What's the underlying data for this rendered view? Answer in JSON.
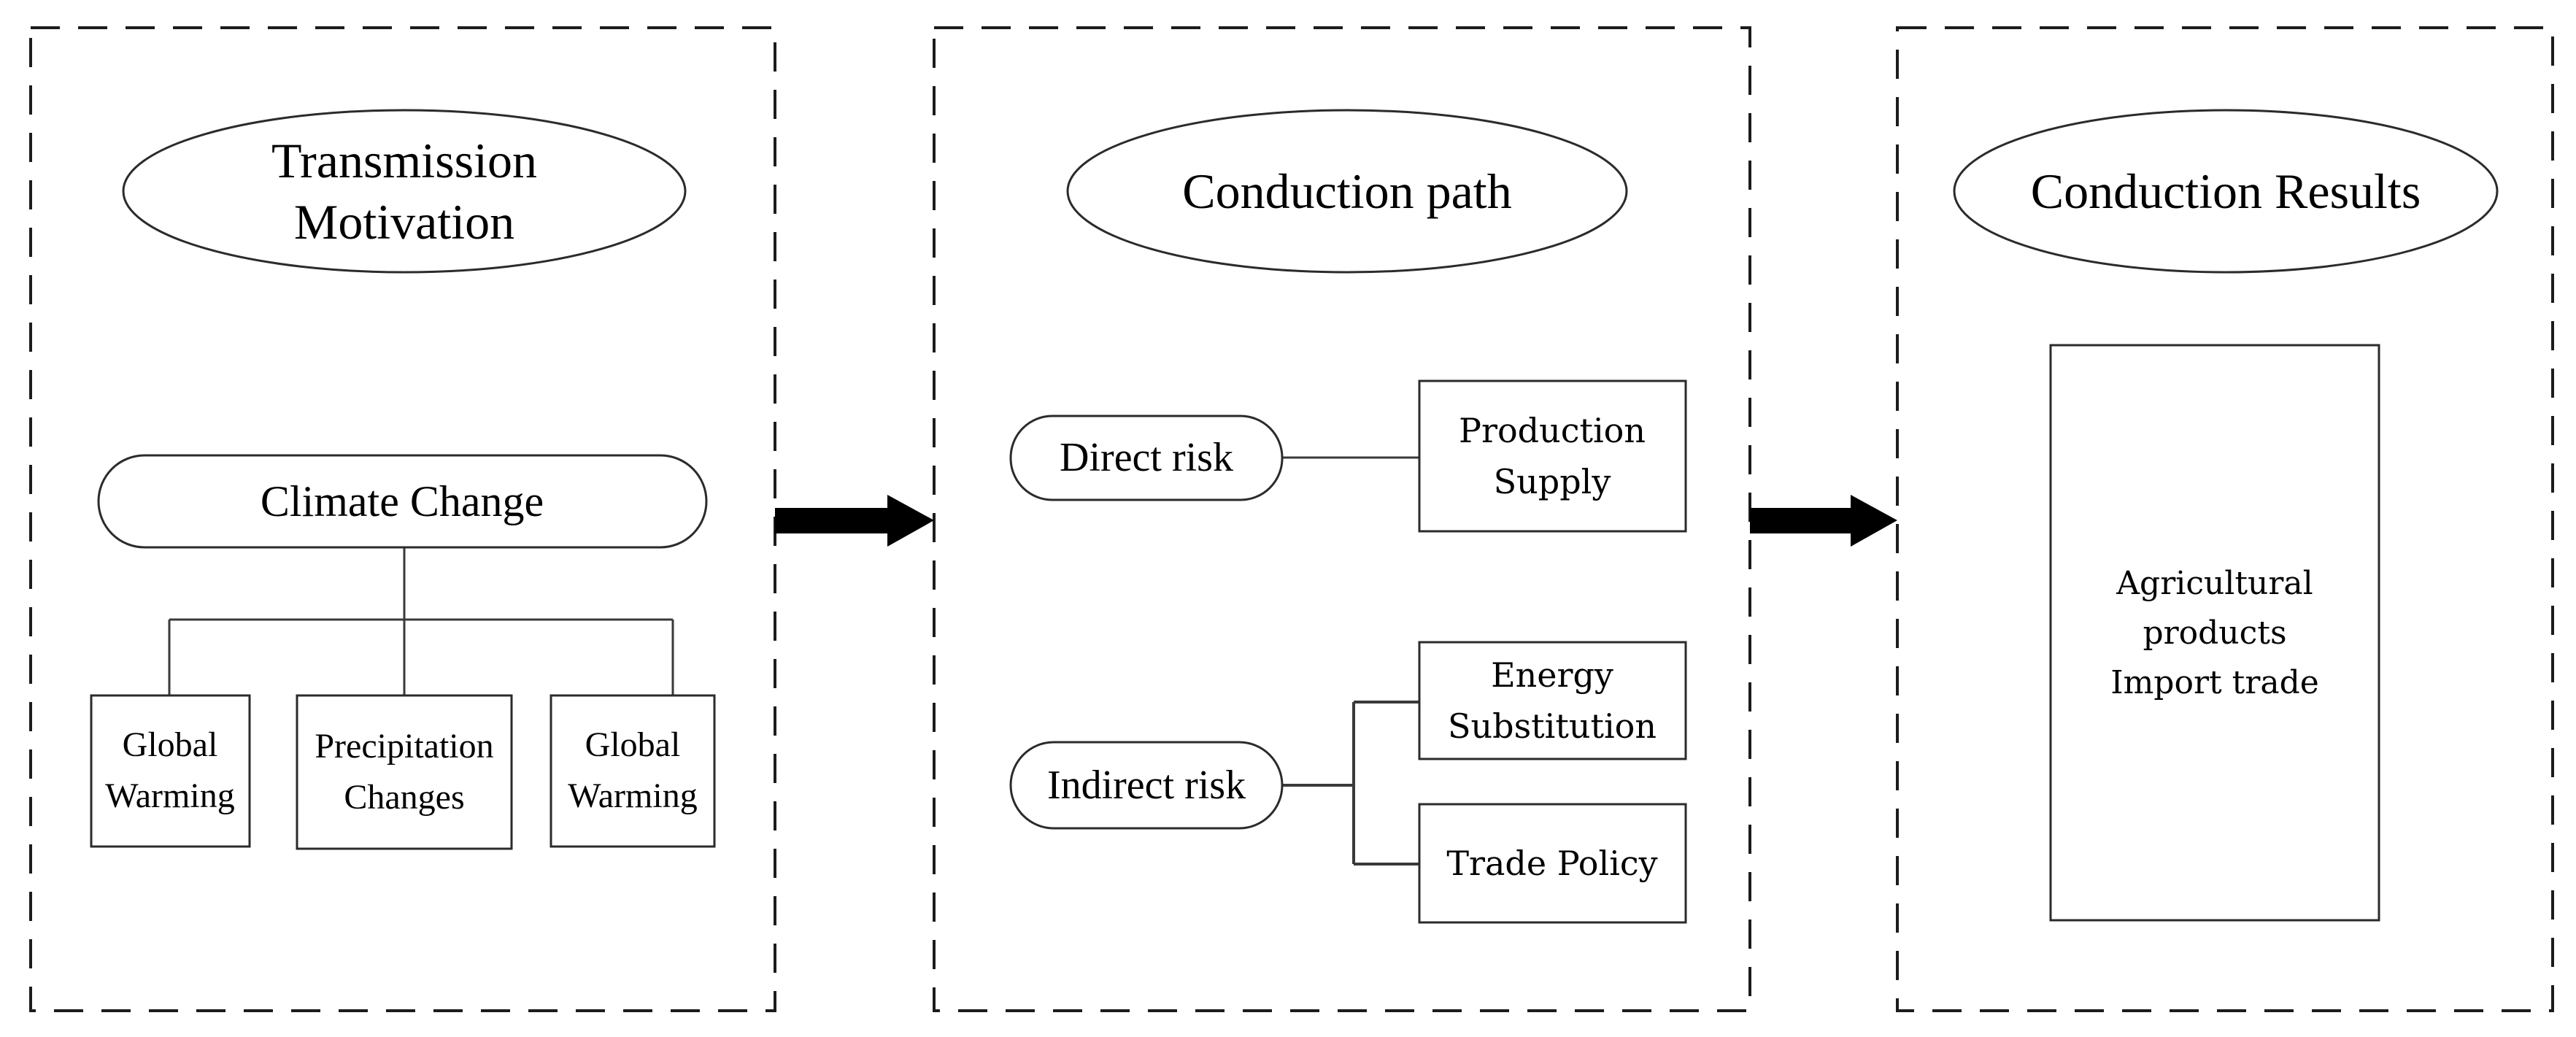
{
  "colors": {
    "background": "#ffffff",
    "shape_stroke": "#2b2b2b",
    "dashed_border": "#1c1c1c",
    "connector": "#3a3a3a",
    "arrow_fill": "#000000",
    "text": "#000000"
  },
  "panels": [
    {
      "name": "Transmission Motivation",
      "header": {
        "line1": "Transmission",
        "line2": "Motivation"
      },
      "nodes": {
        "climate_change": {
          "label": "Climate Change"
        },
        "global_warming_1": {
          "line1": "Global",
          "line2": "Warming"
        },
        "precipitation_changes": {
          "line1": "Precipitation",
          "line2": "Changes"
        },
        "global_warming_2": {
          "line1": "Global",
          "line2": "Warming"
        }
      }
    },
    {
      "name": "Conduction path",
      "header": {
        "line1": "Conduction path"
      },
      "nodes": {
        "direct_risk": {
          "label": "Direct risk"
        },
        "production_supply": {
          "line1": "Production",
          "line2": "Supply"
        },
        "indirect_risk": {
          "label": "Indirect risk"
        },
        "energy_substitution": {
          "line1": "Energy",
          "line2": "Substitution"
        },
        "trade_policy": {
          "label": "Trade Policy"
        }
      }
    },
    {
      "name": "Conduction Results",
      "header": {
        "line1": "Conduction Results"
      },
      "nodes": {
        "agricultural_import": {
          "line1": "Agricultural",
          "line2": "products",
          "line3": "Import trade"
        }
      }
    }
  ]
}
